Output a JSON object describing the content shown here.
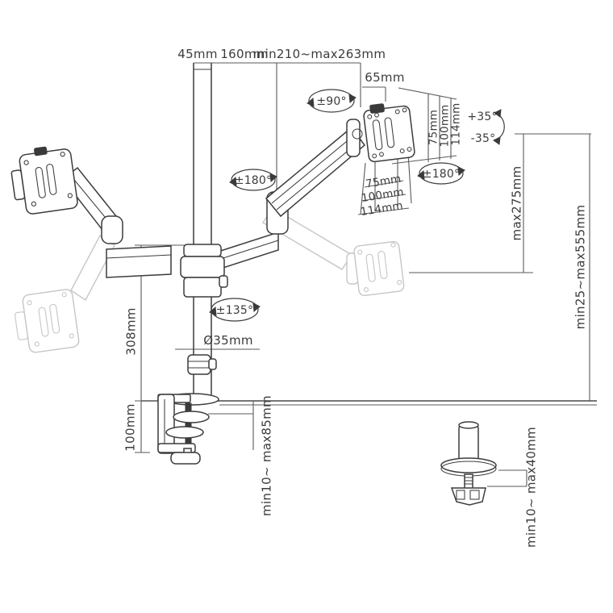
{
  "figure": {
    "type": "technical-dimension-diagram",
    "subject": "Dual monitor gas-spring desk mount arm - dimensional drawing",
    "colors": {
      "line": "#3c3c3c",
      "dimension": "#5a5a5a",
      "ghost": "#c6c6c6",
      "text": "#3c3c3c",
      "background": "#ffffff"
    }
  },
  "dims": {
    "top_offset": "45mm",
    "link_arm_length": "160mm",
    "gas_arm_reach": "min210~max263mm",
    "head_offset": "65mm",
    "vesa_side": [
      "75mm",
      "100mm",
      "114mm"
    ],
    "vesa_bottom": [
      "75mm",
      "100mm",
      "114mm"
    ],
    "pole_diameter": "Ø35mm",
    "pole_height": "308mm",
    "clamp_body_height": "100mm",
    "lift_range": "max275mm",
    "height_range": "min25~max555mm",
    "clamp_desk_thickness": "min10~ max85mm",
    "grommet_desk_thickness": "min10~ max40mm"
  },
  "angles": {
    "head_swivel": "±90°",
    "tilt_up": "+35°",
    "tilt_down": "-35°",
    "vesa_rotation": "±180°",
    "elbow_swivel": "±180°",
    "arm_swivel": "±135°"
  }
}
